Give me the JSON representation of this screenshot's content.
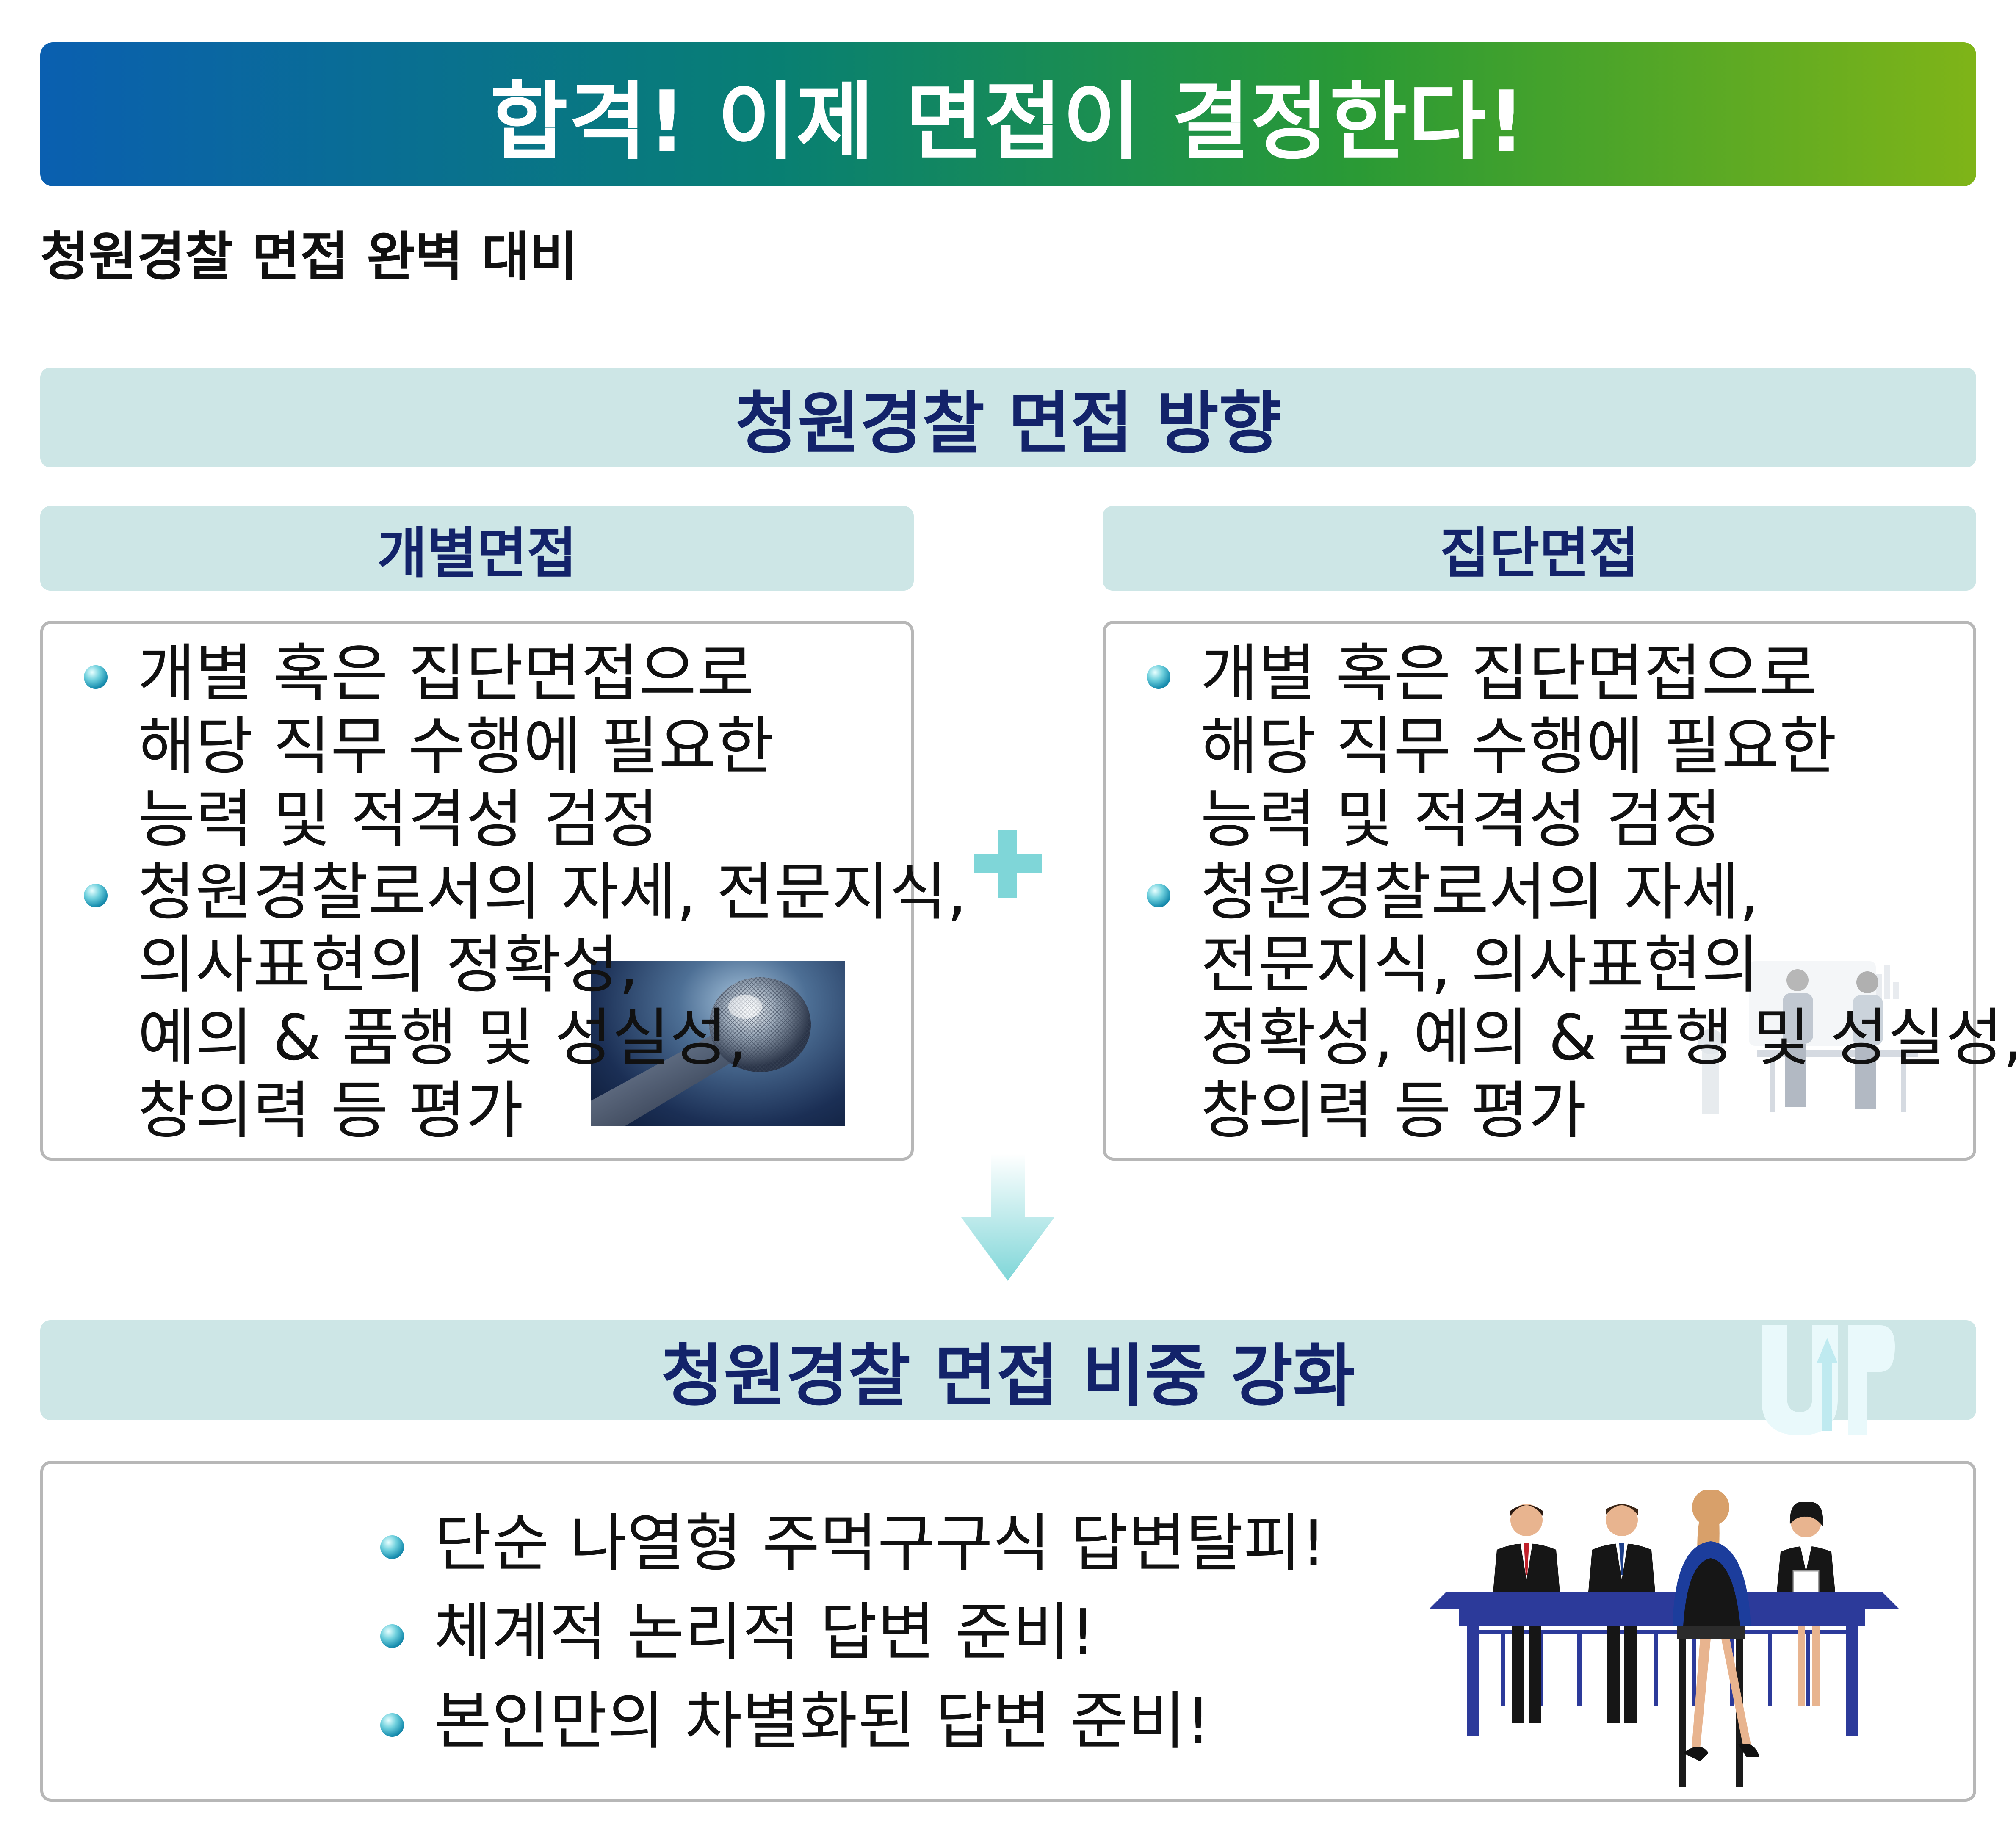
{
  "banner": {
    "title": "합격! 이제 면접이 결정한다!"
  },
  "subtitle": "청원경찰 면접 완벽 대비",
  "direction": {
    "title": "청원경찰 면접 방향"
  },
  "individual": {
    "title": "개별면접",
    "bullets": [
      [
        "개별 혹은 집단면접으로",
        "해당 직무 수행에 필요한",
        "능력 및 적격성 검정"
      ],
      [
        "청원경찰로서의  자세, 전문지식,",
        "의사표현의 정확성,",
        "예의 & 품행 및 성실성,",
        "창의력 등 평가"
      ]
    ]
  },
  "group": {
    "title": "집단면접",
    "bullets": [
      [
        "개별 혹은 집단면접으로",
        "해당 직무 수행에 필요한",
        "능력 및 적격성 검정"
      ],
      [
        "청원경찰로서의  자세,",
        "전문지식, 의사표현의",
        "정확성, 예의 & 품행 및 성실성,",
        "창의력 등 평가"
      ]
    ]
  },
  "weight": {
    "title": "청원경찰 면접 비중 강화",
    "bullets": [
      "단순 나열형 주먹구구식 답변탈피!",
      "체계적 논리적 답변 준비!",
      "본인만의 차별화된 답변 준비!"
    ]
  },
  "icons": {
    "plus": "plus-icon",
    "arrow": "arrow-down-icon",
    "up": "up-arrow-icon",
    "bullet": "bullet-dot-icon"
  },
  "colors": {
    "banner_start": "#0a5fb0",
    "banner_end": "#7fb418",
    "header_bar": "#cde6e6",
    "header_text": "#13236a",
    "accent": "#7fd6d8"
  }
}
